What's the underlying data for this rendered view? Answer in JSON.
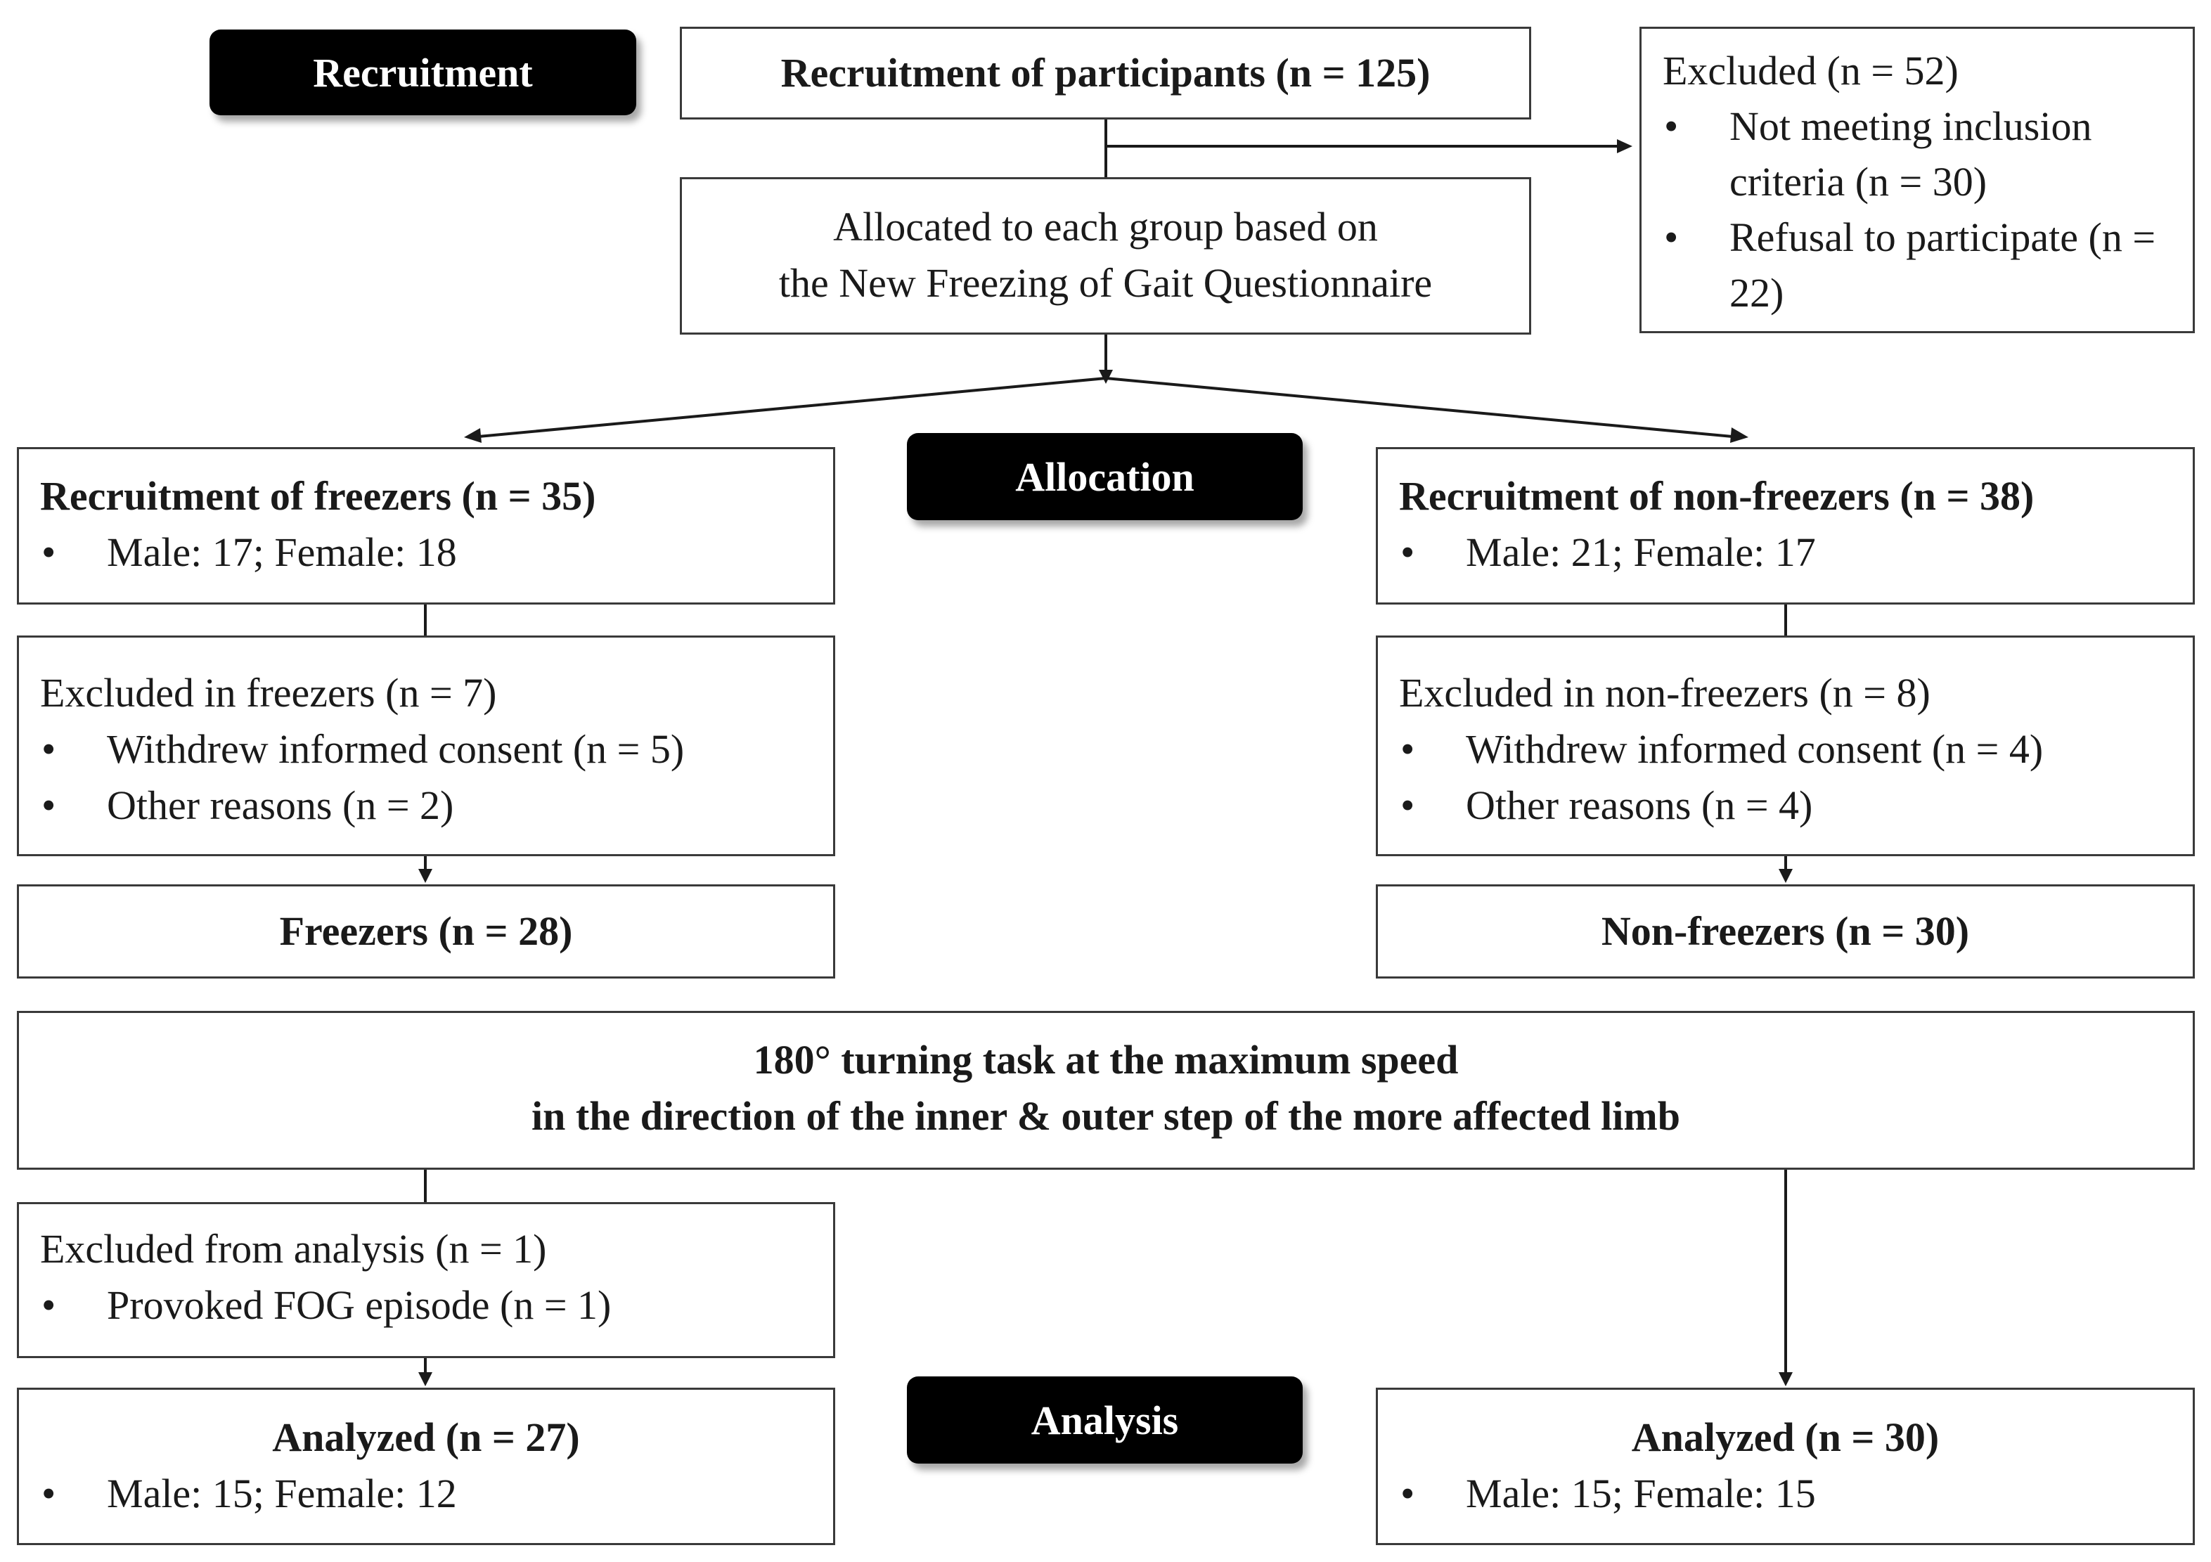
{
  "stages": {
    "recruitment": "Recruitment",
    "allocation": "Allocation",
    "analysis": "Analysis"
  },
  "recruitment": {
    "title": "Recruitment of participants (n = 125)"
  },
  "excluded_initial": {
    "title": "Excluded (n = 52)",
    "items": [
      "Not meeting inclusion criteria (n = 30)",
      "Refusal to participate (n = 22)"
    ]
  },
  "allocated": {
    "line1": "Allocated to each group based on",
    "line2": "the New Freezing of Gait Questionnaire"
  },
  "freezers": {
    "title": "Recruitment of freezers (n = 35)",
    "sex": "Male: 17; Female: 18",
    "excluded_title": "Excluded in freezers (n = 7)",
    "excluded_items": [
      "Withdrew informed consent (n = 5)",
      "Other reasons (n = 2)"
    ],
    "final": "Freezers (n = 28)"
  },
  "nonfreezers": {
    "title": "Recruitment of non-freezers (n = 38)",
    "sex": "Male: 21; Female: 17",
    "excluded_title": "Excluded in non-freezers (n = 8)",
    "excluded_items": [
      "Withdrew informed consent (n = 4)",
      "Other reasons (n = 4)"
    ],
    "final": "Non-freezers (n = 30)"
  },
  "task": {
    "line1": "180° turning task at the maximum speed",
    "line2": "in the direction of the inner & outer step of the more affected limb"
  },
  "analysis_excluded": {
    "title": "Excluded from analysis (n = 1)",
    "item": "Provoked FOG episode (n = 1)"
  },
  "analyzed_freezers": {
    "title": "Analyzed (n = 27)",
    "sex": "Male: 15; Female: 12"
  },
  "analyzed_nonfreezers": {
    "title": "Analyzed (n = 30)",
    "sex": "Male: 15; Female: 15"
  },
  "bullet_char": "•"
}
